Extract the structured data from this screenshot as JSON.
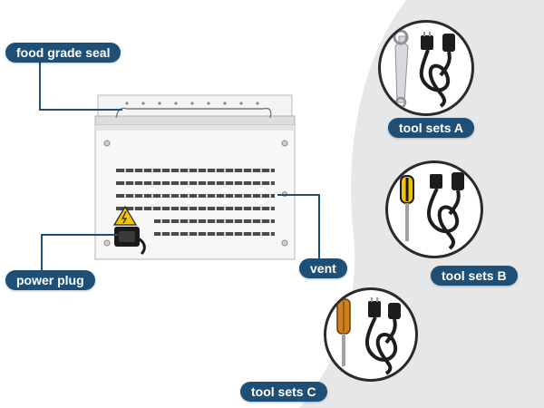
{
  "labels": {
    "food_grade_seal": "food grade seal",
    "power_plug": "power plug",
    "vent": "vent",
    "tool_sets_a": "tool sets A",
    "tool_sets_b": "tool sets B",
    "tool_sets_c": "tool sets C"
  },
  "colors": {
    "label_bg": "#1e4f76",
    "background": "#e6e7e9",
    "panel": "#ffffff",
    "circle_border": "#2a2a2a",
    "screwdriver_yellow": "#f2c500",
    "screwdriver_orange": "#d0801a"
  },
  "icons": [
    "wrench-icon",
    "power-cord-icon",
    "screwdriver-icon",
    "warning-icon"
  ]
}
